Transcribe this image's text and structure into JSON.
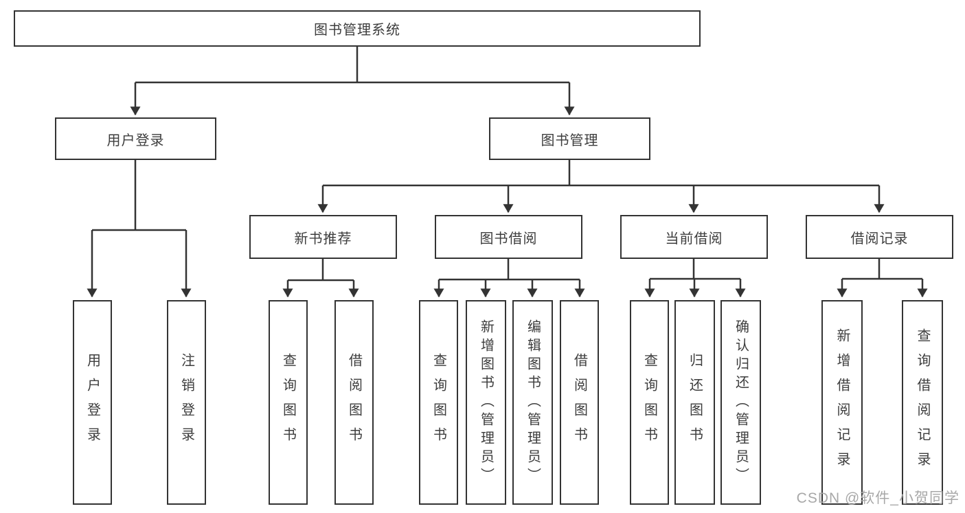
{
  "diagram_title": "图书管理系统",
  "tree": {
    "root": {
      "label": "图书管理系统",
      "children": [
        {
          "label": "用户登录",
          "children": [
            {
              "label": "用户登录"
            },
            {
              "label": "注销登录"
            }
          ]
        },
        {
          "label": "图书管理",
          "children": [
            {
              "label": "新书推荐",
              "children": [
                {
                  "label": "查询图书"
                },
                {
                  "label": "借阅图书"
                }
              ]
            },
            {
              "label": "图书借阅",
              "children": [
                {
                  "label": "查询图书"
                },
                {
                  "label": "新增图书（管理员）"
                },
                {
                  "label": "编辑图书（管理员）"
                },
                {
                  "label": "借阅图书"
                }
              ]
            },
            {
              "label": "当前借阅",
              "children": [
                {
                  "label": "查询图书"
                },
                {
                  "label": "归还图书"
                },
                {
                  "label": "确认归还（管理员）"
                }
              ]
            },
            {
              "label": "借阅记录",
              "children": [
                {
                  "label": "新增借阅记录"
                },
                {
                  "label": "查询借阅记录"
                }
              ]
            }
          ]
        }
      ]
    }
  },
  "watermark": {
    "text": "CSDN @软件_小贺同学"
  },
  "colors": {
    "line": "#333333",
    "box_border": "#333333",
    "text": "#3d3d3d",
    "watermark": "#a8a8a8",
    "background": "#ffffff"
  }
}
